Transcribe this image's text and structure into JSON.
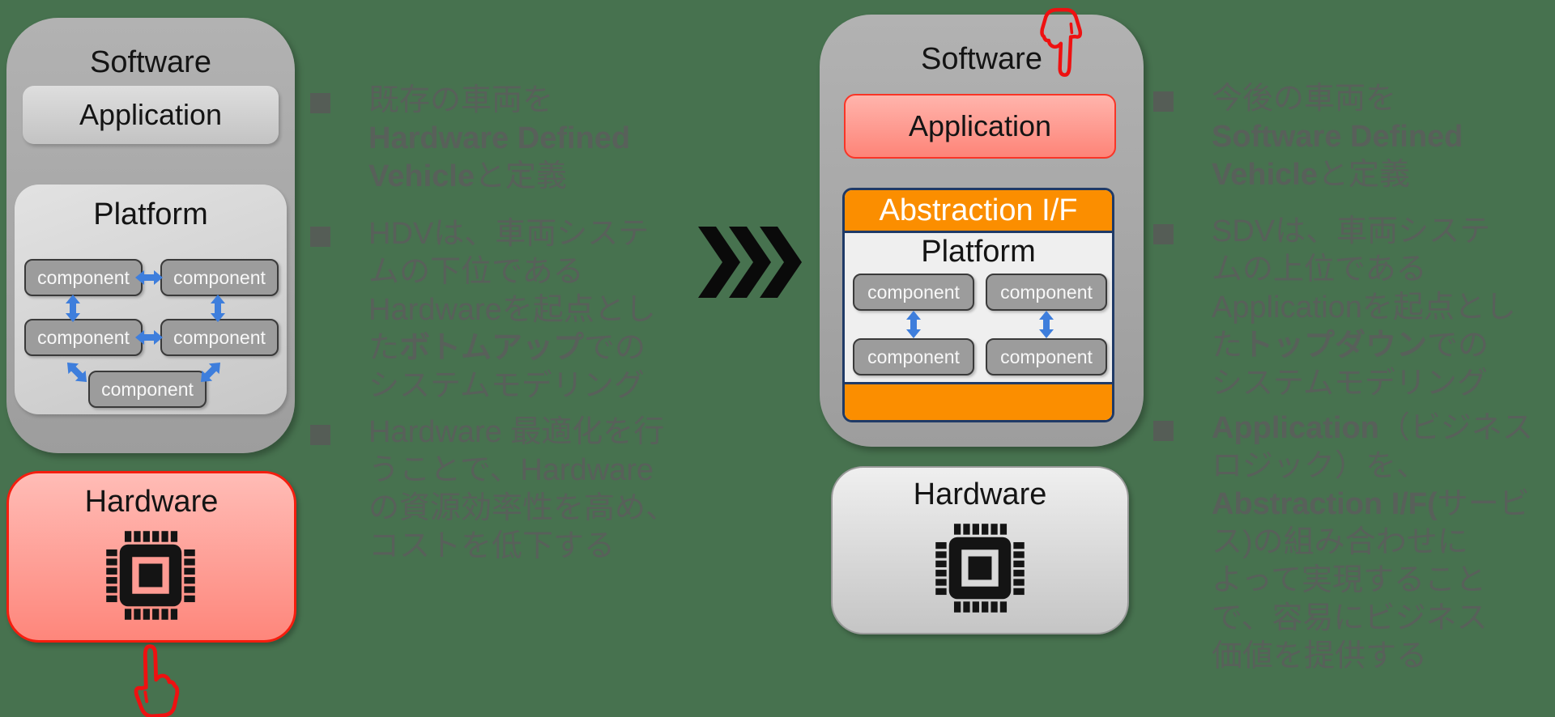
{
  "left_diagram": {
    "software": {
      "title": "Software",
      "application_label": "Application",
      "platform": {
        "title": "Platform",
        "components": [
          "component",
          "component",
          "component",
          "component",
          "component"
        ]
      }
    },
    "hardware": {
      "title": "Hardware"
    }
  },
  "right_diagram": {
    "software": {
      "title": "Software",
      "application_label": "Application",
      "abstraction_label": "Abstraction I/F",
      "platform": {
        "title": "Platform",
        "components": [
          "component",
          "component",
          "component",
          "component"
        ]
      }
    },
    "hardware": {
      "title": "Hardware"
    }
  },
  "left_bullets": [
    {
      "segments": [
        {
          "t": "既存の車両を\n",
          "b": false
        },
        {
          "t": "Hardware Defined\nVehicle",
          "b": true
        },
        {
          "t": "と定義",
          "b": false
        }
      ]
    },
    {
      "segments": [
        {
          "t": "HDVは、車両システ\nムの下位である\nHardwareを起点とし\nた",
          "b": false
        },
        {
          "t": "ボトムアップ",
          "b": true
        },
        {
          "t": "での\nシステムモデリング",
          "b": false
        }
      ]
    },
    {
      "segments": [
        {
          "t": "Hardware 最適化を行\nうことで、Hardware\nの資源効率性を高め、\nコストを低下する",
          "b": false
        }
      ]
    }
  ],
  "right_bullets": [
    {
      "segments": [
        {
          "t": "今後の車両を\n",
          "b": false
        },
        {
          "t": "Software Defined\nVehicle",
          "b": true
        },
        {
          "t": "と定義",
          "b": false
        }
      ]
    },
    {
      "segments": [
        {
          "t": "SDVは、車両システ\nムの上位である\nApplicationを起点とし\nた",
          "b": false
        },
        {
          "t": "トップダウン",
          "b": true
        },
        {
          "t": "での\nシステムモデリング",
          "b": false
        }
      ]
    },
    {
      "segments": [
        {
          "t": "Application",
          "b": true
        },
        {
          "t": "（ビジネス\nロジック）を、\n",
          "b": false
        },
        {
          "t": "Abstraction I/F(",
          "b": true
        },
        {
          "t": "サービ\nス)の組み合わせに\nよって実現すること\nで、容易にビジネス\n価値を提供する",
          "b": false
        }
      ]
    }
  ],
  "colors": {
    "background_green": "#47724F",
    "container_gray": "#A8A8A8",
    "highlight_red": "#F93527",
    "hardware_pink": "#FE8478",
    "orange_band": "#FB8E00",
    "navy_border": "#1F3A67",
    "arrow_blue": "#3E7EDC",
    "bullet_text_gray": "#58605A",
    "annotation_red": "#EE1111",
    "chevron_black": "#0A0A0A"
  }
}
